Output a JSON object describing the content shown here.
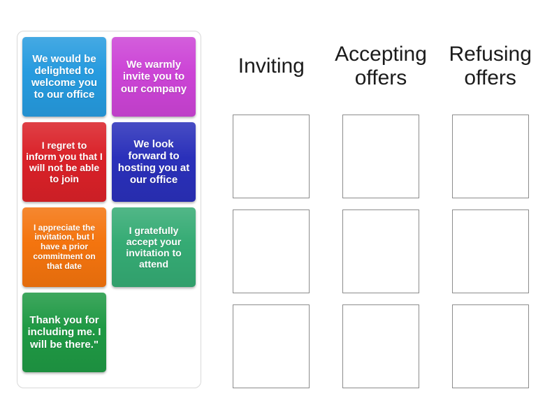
{
  "activity": {
    "type": "group-sort-drag-and-drop",
    "background_color": "#ffffff"
  },
  "tray": {
    "name": "card-tray",
    "border_color": "#d8d8d8",
    "cards": [
      {
        "id": "card-1",
        "text": "We would be delighted to welcome you to our office",
        "color": "#269bdf",
        "text_color": "#ffffff",
        "font_size": "15"
      },
      {
        "id": "card-2",
        "text": "We warmly invite you to our company",
        "color": "#cc44d6",
        "text_color": "#ffffff",
        "font_size": "15"
      },
      {
        "id": "card-3",
        "text": "I regret to inform you that I will not be able to join",
        "color": "#da2128",
        "text_color": "#ffffff",
        "font_size": "14"
      },
      {
        "id": "card-4",
        "text": "We look forward to hosting you at our office",
        "color": "#2a30ba",
        "text_color": "#ffffff",
        "font_size": "15"
      },
      {
        "id": "card-5",
        "text": "I appreciate the invitation, but I have a prior commitment on that date",
        "color": "#f4740e",
        "text_color": "#ffffff",
        "font_size": "12"
      },
      {
        "id": "card-6",
        "text": "I gratefully accept your invitation to attend",
        "color": "#35ab74",
        "text_color": "#ffffff",
        "font_size": "14"
      },
      {
        "id": "card-7",
        "text": "Thank you for including me. I will be there.\"",
        "color": "#1f9944",
        "text_color": "#ffffff",
        "font_size": "15"
      }
    ]
  },
  "columns": [
    {
      "id": "column-inviting",
      "title": "Inviting",
      "slots": [
        "",
        "",
        ""
      ]
    },
    {
      "id": "column-accepting-offers",
      "title": "Accepting offers",
      "slots": [
        "",
        "",
        ""
      ]
    },
    {
      "id": "column-refusing-offers",
      "title": "Refusing offers",
      "slots": [
        "",
        "",
        ""
      ]
    }
  ],
  "slot": {
    "border_color": "#8c8c8c",
    "fill_color": "#ffffff"
  }
}
